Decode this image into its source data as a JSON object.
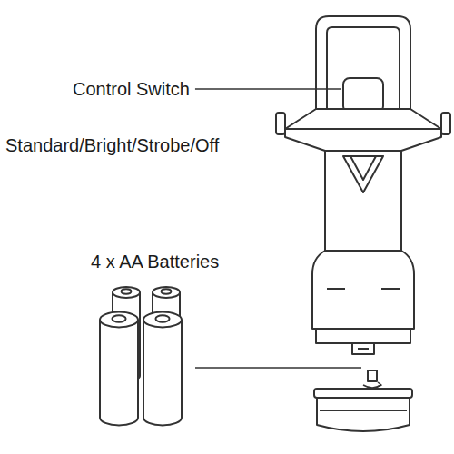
{
  "diagram": {
    "labels": [
      "Control Switch",
      "Standard/Bright/Strobe/Off",
      "4 x AA Batteries"
    ]
  }
}
